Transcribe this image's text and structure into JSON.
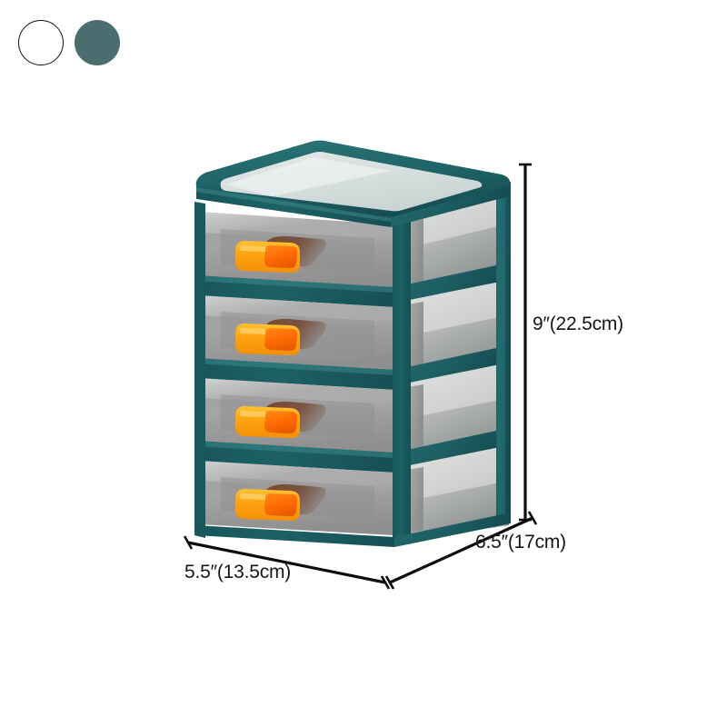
{
  "product": {
    "name": "4-tier plastic drawer storage organizer",
    "tier_count": 4,
    "frame_color": "#1a5b5f",
    "frame_color_light": "#2a7176",
    "frame_color_dark": "#10474b",
    "top_panel_color": "#d5dedd",
    "drawer_color": "#9d9d9d",
    "drawer_color_light": "#c2c2c2",
    "handle_color": "#ffa516",
    "handle_inner_color": "#ff6a00",
    "handle_shadow_color": "#6b3a22"
  },
  "swatches": {
    "title": "Color options",
    "items": [
      {
        "name": "white",
        "label": "White",
        "color": "#ffffff",
        "selected": false
      },
      {
        "name": "teal",
        "label": "Teal Green",
        "color": "#4a6e70",
        "selected": true
      }
    ]
  },
  "dimensions": {
    "height": {
      "name": "height",
      "text": "9″(22.5cm)",
      "inches": 9,
      "cm": 22.5
    },
    "width": {
      "name": "width",
      "text": "5.5″(13.5cm)",
      "inches": 5.5,
      "cm": 13.5
    },
    "depth": {
      "name": "depth",
      "text": "6.5″(17cm)",
      "inches": 6.5,
      "cm": 17
    }
  },
  "line_color": "#0d0d0d"
}
